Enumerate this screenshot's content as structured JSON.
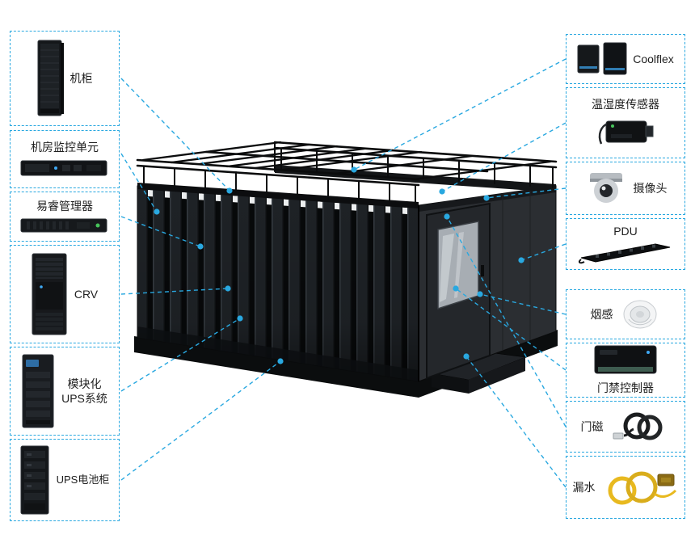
{
  "diagram": {
    "accent_color": "#29a8e0",
    "subject": "modular-data-center-illustration",
    "left_callouts": [
      {
        "id": "rack",
        "label": "机柜",
        "image": "rack-cabinet"
      },
      {
        "id": "monitoring-unit",
        "label": "机房监控单元",
        "image": "1u-monitoring-unit"
      },
      {
        "id": "manager",
        "label": "易睿管理器",
        "image": "1u-manager-server"
      },
      {
        "id": "crv",
        "label": "CRV",
        "image": "crv-cooling-cabinet"
      },
      {
        "id": "ups-system",
        "label": "模块化\nUPS系统",
        "image": "modular-ups-cabinet"
      },
      {
        "id": "ups-battery",
        "label": "UPS电池柜",
        "image": "ups-battery-cabinet"
      }
    ],
    "right_callouts": [
      {
        "id": "coolflex",
        "label": "Coolflex",
        "image": "coolflex-units"
      },
      {
        "id": "temp-humidity",
        "label": "温湿度传感器",
        "image": "temperature-humidity-sensor"
      },
      {
        "id": "camera",
        "label": "摄像头",
        "image": "dome-camera"
      },
      {
        "id": "pdu",
        "label": "PDU",
        "image": "pdu-strip"
      },
      {
        "id": "smoke-detector",
        "label": "烟感",
        "image": "smoke-detector"
      },
      {
        "id": "access-controller",
        "label": "门禁控制器",
        "image": "access-controller-box"
      },
      {
        "id": "door-magnet",
        "label": "门磁",
        "image": "door-magnet-cable"
      },
      {
        "id": "water-leak",
        "label": "漏水",
        "image": "water-leak-cable"
      }
    ]
  }
}
